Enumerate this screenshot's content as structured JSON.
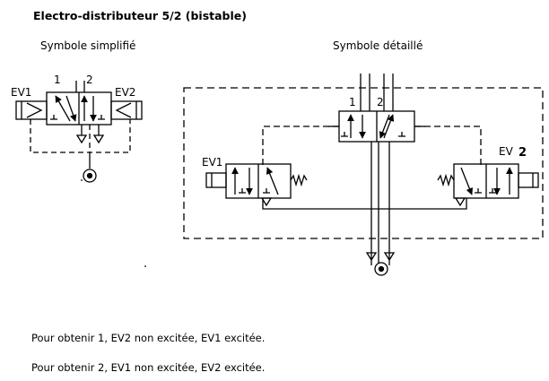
{
  "title": "Electro-distributeur 5/2 (bistable)",
  "simple": {
    "caption": "Symbole simplifié",
    "port1": "1",
    "port2": "2",
    "ev1": "EV1",
    "ev2": "EV2"
  },
  "detail": {
    "caption": "Symbole détaillé",
    "port1": "1",
    "port2": "2",
    "ev1": "EV1",
    "ev2_text": "EV",
    "ev2_num": "2"
  },
  "notes": {
    "line1": "Pour obtenir 1, EV2 non excitée, EV1 excitée.",
    "line2": "Pour obtenir 2, EV1 non excitée, EV2 excitée."
  }
}
